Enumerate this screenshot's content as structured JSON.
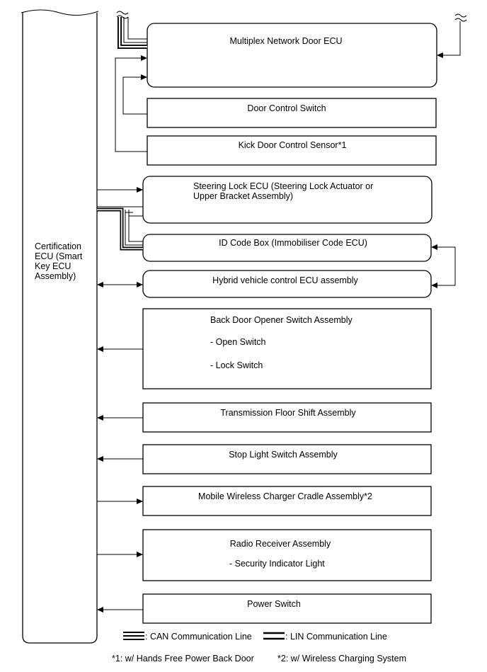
{
  "ecu": {
    "label_lines": [
      "Certification",
      "ECU (Smart",
      "Key ECU",
      "Assembly)"
    ]
  },
  "components": {
    "multiplex": "Multiplex Network Door ECU",
    "door_switch": "Door Control Switch",
    "kick_sensor": "Kick Door Control Sensor*1",
    "steering_lock": [
      "Steering Lock ECU (Steering Lock Actuator or",
      "Upper Bracket Assembly)"
    ],
    "id_code_box": "ID Code Box (Immobiliser Code ECU)",
    "hybrid_ecu": "Hybrid vehicle control ECU assembly",
    "back_door": {
      "title": "Back Door Opener Switch Assembly",
      "open": "- Open Switch",
      "lock": "- Lock Switch"
    },
    "transmission": "Transmission Floor Shift Assembly",
    "stop_light": "Stop Light Switch Assembly",
    "wireless_charger": "Mobile Wireless Charger Cradle Assembly*2",
    "radio": {
      "title": "Radio Receiver Assembly",
      "item": "- Security Indicator Light"
    },
    "power_switch": "Power Switch"
  },
  "legend": {
    "can": ": CAN Communication Line",
    "lin": ": LIN Communication Line"
  },
  "footnotes": {
    "n1": "*1: w/ Hands Free Power Back Door",
    "n2": "*2: w/ Wireless Charging System"
  }
}
